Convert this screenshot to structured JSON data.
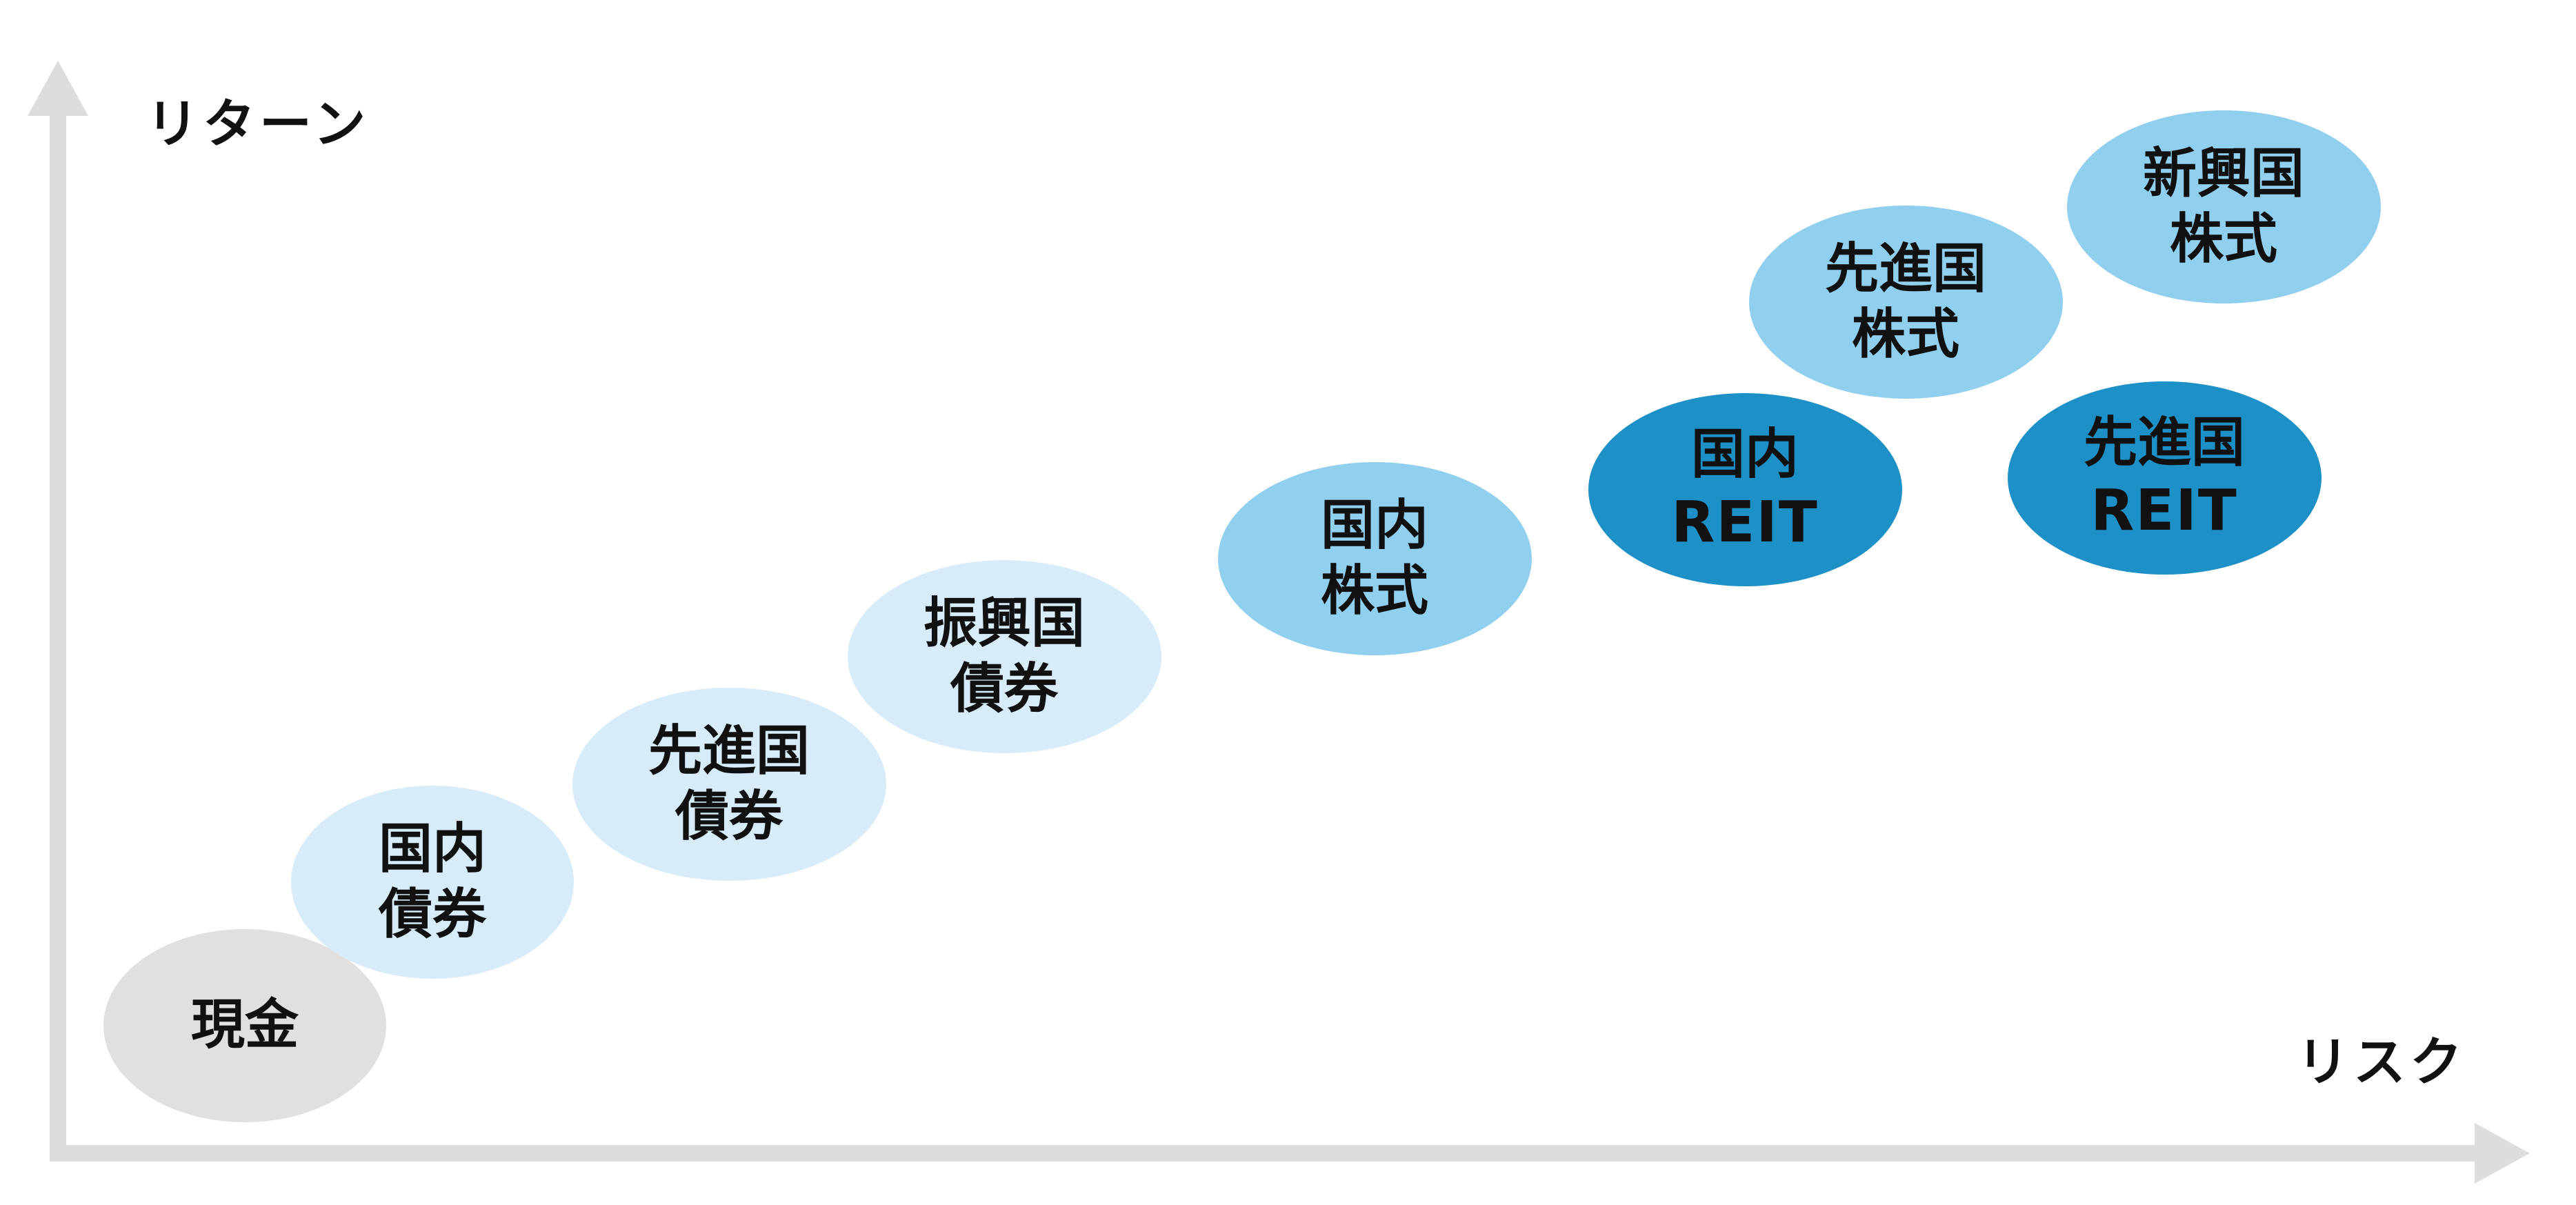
{
  "axes": {
    "y_label": "リターン",
    "x_label": "リスク"
  },
  "colors": {
    "axis": "#dddddd",
    "cash": "#e0e0e0",
    "bond": "#d7ecf8",
    "equity": "#90cfee",
    "reit": "#1e90c8",
    "text": "#111111"
  },
  "assets": [
    {
      "id": "cash",
      "lines": [
        "現金"
      ],
      "color_key": "cash"
    },
    {
      "id": "domestic-bonds",
      "lines": [
        "国内",
        "債券"
      ],
      "color_key": "bond"
    },
    {
      "id": "developed-bonds",
      "lines": [
        "先進国",
        "債券"
      ],
      "color_key": "bond"
    },
    {
      "id": "emerging-bonds",
      "lines": [
        "振興国",
        "債券"
      ],
      "color_key": "bond"
    },
    {
      "id": "domestic-stocks",
      "lines": [
        "国内",
        "株式"
      ],
      "color_key": "equity"
    },
    {
      "id": "domestic-reit",
      "lines": [
        "国内",
        "REIT"
      ],
      "color_key": "reit"
    },
    {
      "id": "developed-stocks",
      "lines": [
        "先進国",
        "株式"
      ],
      "color_key": "equity"
    },
    {
      "id": "developed-reit",
      "lines": [
        "先進国",
        "REIT"
      ],
      "color_key": "reit"
    },
    {
      "id": "emerging-stocks",
      "lines": [
        "新興国",
        "株式"
      ],
      "color_key": "equity"
    }
  ]
}
